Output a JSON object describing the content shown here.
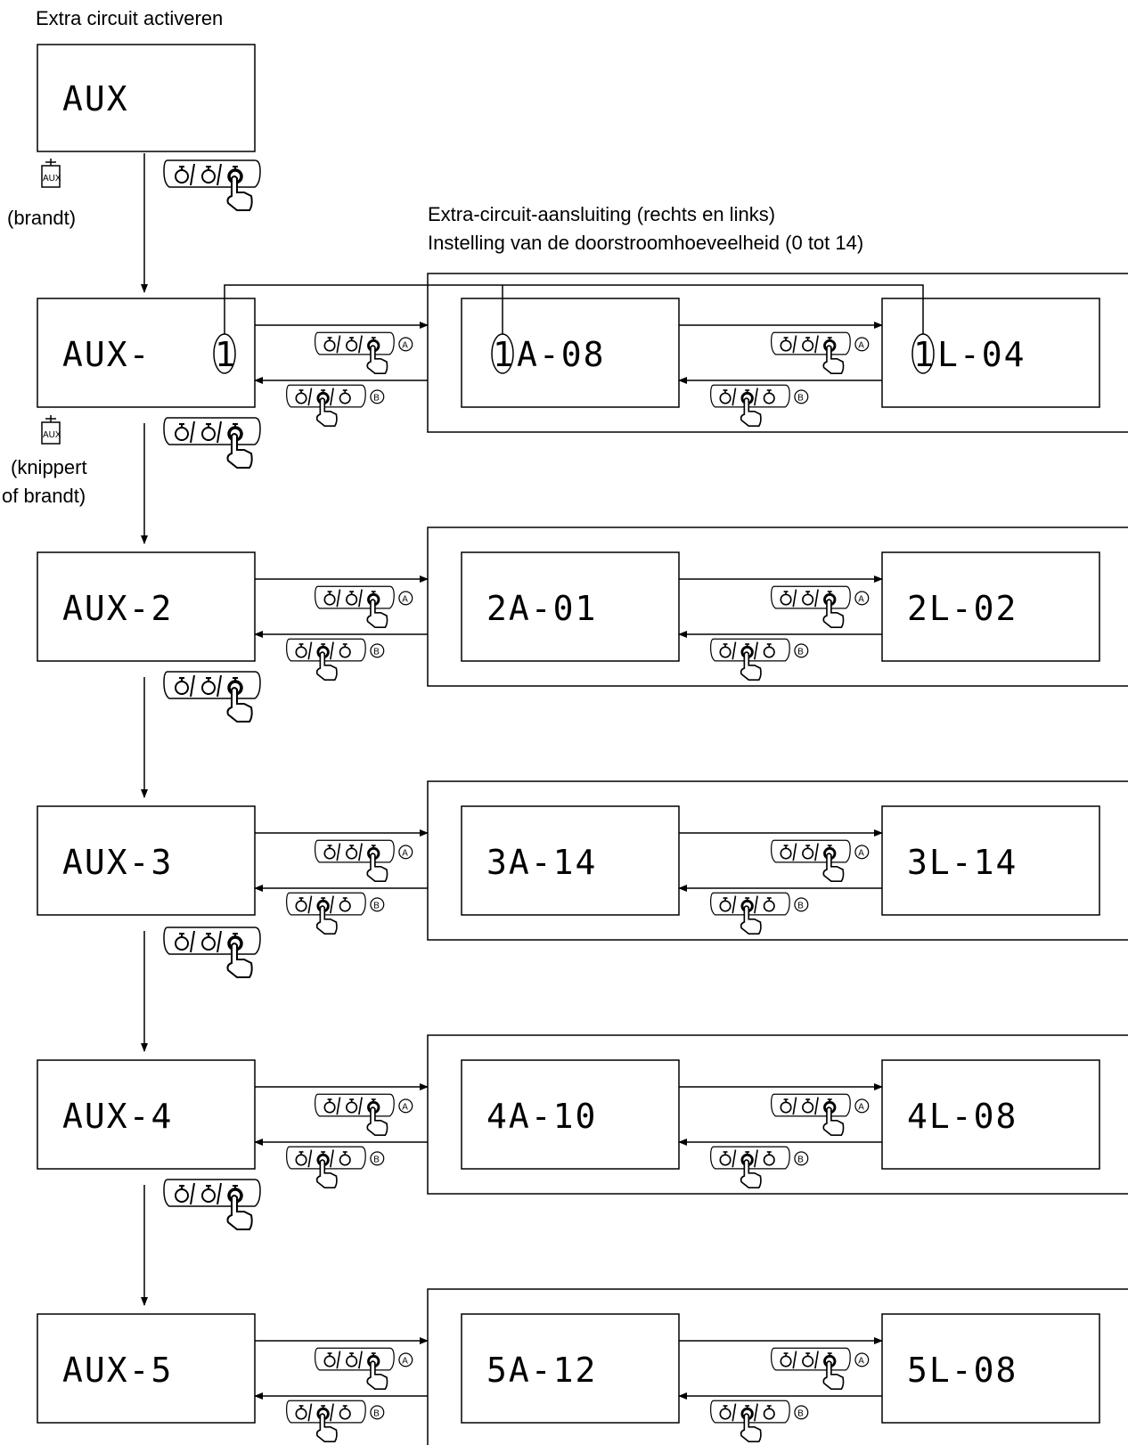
{
  "labels": {
    "activate": "Extra circuit activeren",
    "connection_line1": "Extra-circuit-aansluiting (rechts en links)",
    "connection_line2": "Instelling van de doorstroomhoeveelheid (0 tot 14)",
    "aux_on": "(brandt)",
    "aux_blink_line1": "(knippert",
    "aux_blink_line2": "of brandt)",
    "aux_icon_text": "AUX",
    "circle_a": "A",
    "circle_b": "B"
  },
  "initial_display": "AUX",
  "rows": [
    {
      "main": "AUX-",
      "num": "1",
      "right_display": "A-08",
      "left_display": "L-04",
      "circled_num": true
    },
    {
      "main": "AUX-2",
      "right_display": "2A-01",
      "left_display": "2L-02"
    },
    {
      "main": "AUX-3",
      "right_display": "3A-14",
      "left_display": "3L-14"
    },
    {
      "main": "AUX-4",
      "right_display": "4A-10",
      "left_display": "4L-08"
    },
    {
      "main": "AUX-5",
      "right_display": "5A-12",
      "left_display": "5L-08"
    }
  ],
  "colors": {
    "line": "#000000",
    "background": "#ffffff"
  }
}
